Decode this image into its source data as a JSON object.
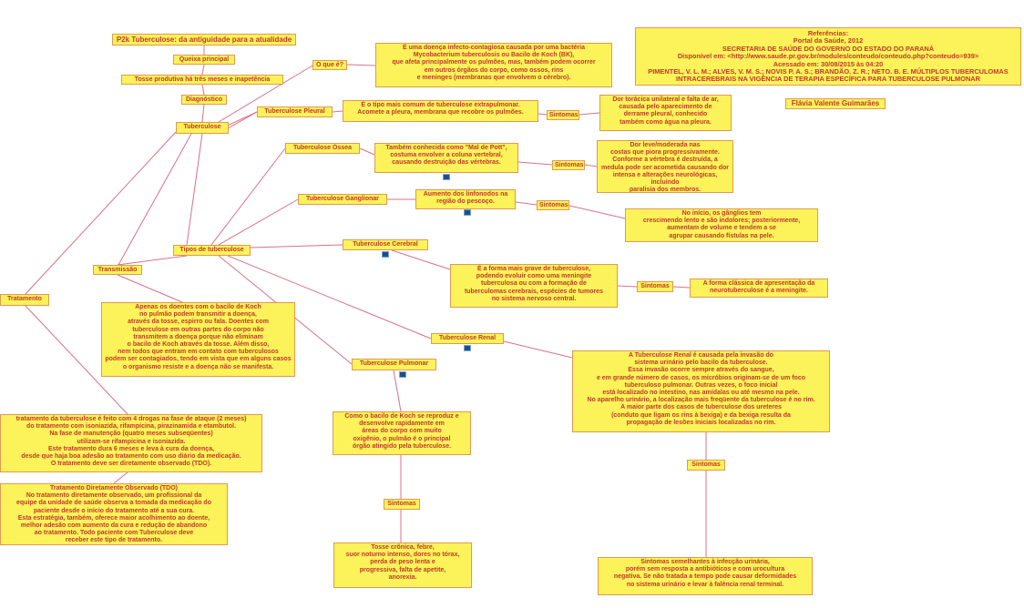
{
  "map": {
    "title": "P2k Tuberculose: da antiguidade para a atualidade",
    "queixa_label": "Queixa principal",
    "queixa_text": "Tosse produtiva há três meses e inapetência",
    "diagnostico_label": "Diagnóstico",
    "tuberculose": "Tuberculose",
    "oque_label": "O que é?",
    "oque_text": "É uma doença infecto-contagiosa causada por uma bactéria\nMycobacterium tuberculosis ou Bacilo de Koch (BK),\nque afeta principalmente os pulmões, mas, também podem ocorrer\nem outros órgãos do corpo,  como ossos, rins\ne meninges (membranas que envolvem o cérebro).",
    "tipos": "Tipos de tuberculose",
    "sintomas": "Sintomas",
    "pleural": {
      "label": "Tuberculose Pleural",
      "desc": "É o  tipo mais comum de tuberculose extrapulmonar.\nAcomete a pleura, membrana que recobre os pulmões.",
      "symptoms": "Dor torácica unilateral e falta de ar,\ncausada pelo aparecimento de\nderrame pleural, conhecido\ntambém como água na pleura."
    },
    "ossea": {
      "label": "Tuberculose Óssea",
      "desc": "Também conhecida como \"Mal de Pott\",\ncostuma envolver a coluna vertebral,\ncausando destruição das vértebras.",
      "symptoms": "Dor leve/moderada nas\ncostas que piora progressivamente.\nConforme a vértebra é destruída, a\nmedula pode ser acometida causando dor\nintensa e alterações neurológicas, incluindo\nparalisia dos membros."
    },
    "ganglionar": {
      "label": "Tuberculose Ganglionar",
      "desc": "Aumento dos linfonodos na\nregião do pescoço.",
      "symptoms": "No início, os gânglios tem\ncrescimendo lento e são indolores; posteriormente,\naumentam de volume e tendem a se\nagrupar causando fístulas na pele."
    },
    "cerebral": {
      "label": "Tuberculose Cerebral",
      "desc": "É a forma mais  grave de tuberculose,\npodendo evoluir como uma meningite\ntuberculosa ou com a formação de\ntuberculomas cerebrais, espécies de tumores\nno sistema nervoso central.",
      "symptoms": "A forma clássica de apresentação da\nneurotuberculose é a meningite."
    },
    "renal": {
      "label": "Tuberculose Renal",
      "desc": "A Tuberculose Renal  é causada pela invasão do\nsistema urinário pelo bacilo da tuberculose.\nEssa invasão  ocorre sempre através do sangue,\ne em grande número de casos, os micróbios originam-se  de um foco\ntuberculoso pulmonar. Outras vezes, o foco inicial\nestá localizado no intestino, nas amídalas ou até mesmo na pele.\nNo aparelho urinário, a localização mais freqüente da tuberculose é no rim.\nA maior parte dos casos de tuberculose dos ureteres\n(conduto que ligam os rins à bexiga) e da bexiga resulta da\npropagação de lesões iniciais localizadas no rim.",
      "symptoms": "Sintomas semelhantes à infecção urinária,\nporém sem resposta a antibióticos e com urocultura\nnegativa. Se não tratada a tempo pode causar deformidades\nno sistema urinário e levar à falência renal terminal."
    },
    "pulmonar": {
      "label": "Tuberculose Pulmonar",
      "desc": "Como o bacilo de Koch se reproduz e\ndesenvolve rapidamente em\náreas do corpo com muito\noxigênio, o pulmão é o principal\nórgão atingido pela tuberculose.",
      "symptoms": "Tosse crônica, febre,\nsuor noturno intenso, dores no tórax,\nperda de peso lenta e\nprogressiva, falta de apetite,\nanorexia."
    },
    "transmissao_label": "Transmissão",
    "transmissao_text": "Apenas os doentes com o bacilo de Koch\nno pulmão podem transmitir a doença,\natravés da tosse, espirro ou fala. Doentes com\ntuberculose em outras partes do corpo não\ntransmitem a doença porque não eliminam\no bacilo de Koch através da tosse. Além disso,\nnem todos que entram em contato com tuberculosos\npodem ser contagiados, tendo em vista que em alguns casos\no organismo resiste e a doença não se manifesta.",
    "tratamento_label": "Tratamento",
    "tratamento_text": "tratamento da tuberculose é feito com 4 drogas na fase de ataque (2 meses)\ndo tratamento com isoniazida, rifampicina, pirazinamida e etambutol.\nNa fase de manutenção (quatro meses subseqüentes)\nutilizam-se rifampicina e isoniazida.\nEste tratamento dura 6 meses e leva à cura da doença,\ndesde que haja boa adesão ao tratamento com uso diário da medicação.\nO tratamento deve ser diretamente observado (TDO).",
    "tdo_text": "Tratamento Diretamente Observado (TDO)\nNo tratamento diretamente observado, um profissional da\nequipe da unidade de saúde observa a tomada da medicação do\npaciente desde o início do tratamento até a sua cura.\nEsta estratégia, também, oferece maior acolhimento ao doente,\nmelhor adesão com aumento da cura e redução de abandono\nao tratamento. Todo paciente com Tuberculose deve\nreceber este tipo de tratamento.",
    "references": "Referências:\nPortal da Saúde, 2012\nSECRETARIA DE SAÚDE DO GOVERNO DO ESTADO DO PARANÁ\nDisponível em: <http://www.saude.pr.gov.br/modules/conteudo/conteudo.php?conteudo=939>\nAcessado em: 30/08/2015 às 04:20\nPIMENTEL, V. L. M.; ALVES, V. M. S.; NOVIS P. A. S.; BRANDÃO. Z. R.; NETO. B. E. MÚLTIPLOS TUBERCULOMAS\nINTRACEREBRAIS NA VIGÊNCIA DE TERAPIA ESPECÍFICA PARA TUBERCULOSE PULMONAR",
    "author": "Flávia Valente Guimarães"
  },
  "colors": {
    "node_fill": "#fcf25a",
    "node_border": "#e09a52",
    "text": "#c0392b",
    "link": "#d9708a"
  }
}
